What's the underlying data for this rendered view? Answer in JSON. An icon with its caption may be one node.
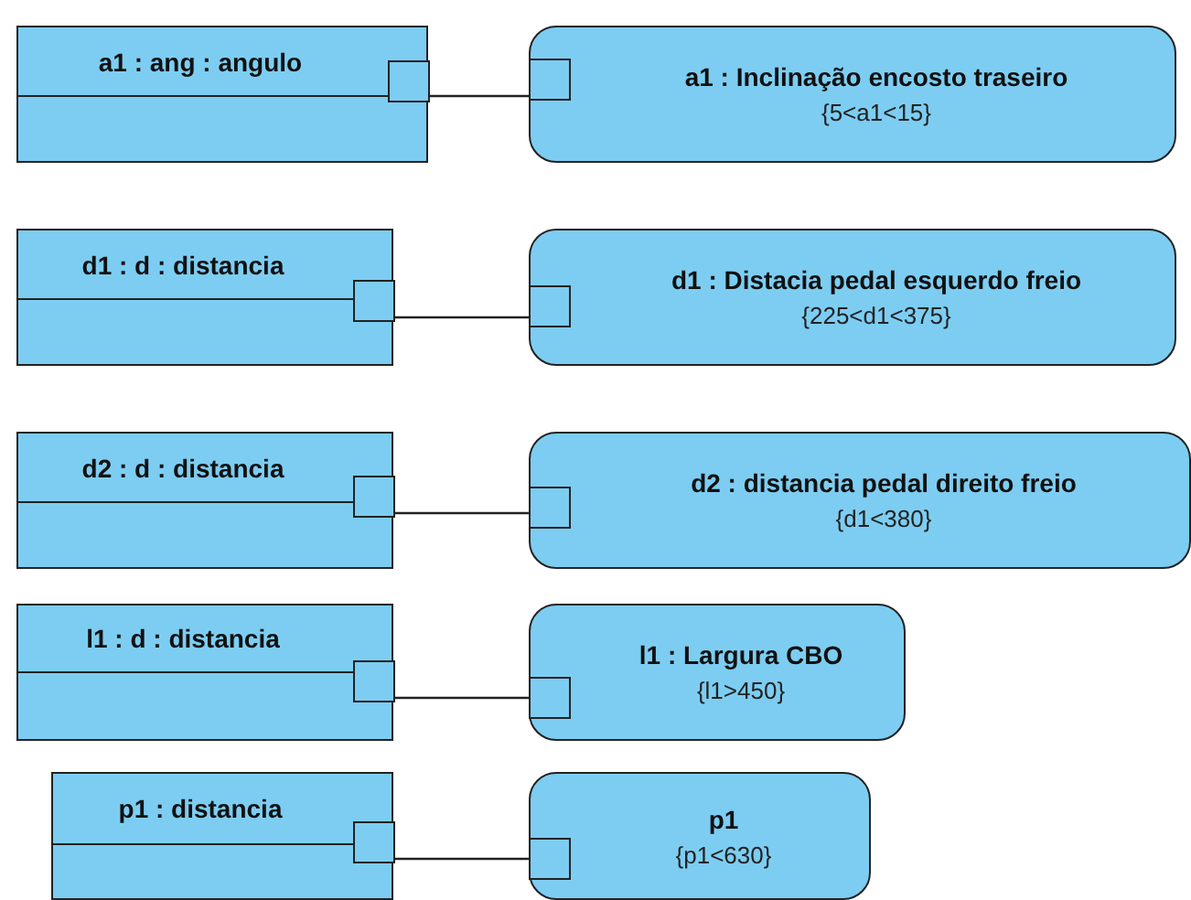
{
  "diagram": {
    "nodes": [
      {
        "text": [
          "a1 : ang : angulo"
        ]
      },
      {
        "text": [],
        "shape": "box",
        "in": 0
      },
      {
        "text": [
          "a1 : Inclinação encosto traseiro",
          "{5<a1<15}"
        ]
      },
      {
        "text": [],
        "shape": "box",
        "in": 2
      },
      {
        "text": [
          "d1 : d : distancia"
        ]
      },
      {
        "text": [],
        "shape": "box",
        "in": 4
      },
      {
        "text": [
          "d1 : Distacia pedal esquerdo freio",
          "{225<d1<375}"
        ]
      },
      {
        "text": [],
        "shape": "box",
        "in": 6
      },
      {
        "text": [
          "d2 : d : distancia"
        ]
      },
      {
        "text": [],
        "shape": "box",
        "in": 8
      },
      {
        "text": [
          "d2 : distancia pedal direito freio",
          "{d1<380}"
        ]
      },
      {
        "text": [],
        "shape": "box",
        "in": 10
      },
      {
        "text": [
          "l1 : d : distancia"
        ]
      },
      {
        "text": [],
        "shape": "box",
        "in": 12
      },
      {
        "text": [
          "l1 : Largura CBO",
          "{l1>450}"
        ]
      },
      {
        "text": [],
        "shape": "box",
        "in": 14
      },
      {
        "text": [
          "p1 : distancia"
        ]
      },
      {
        "text": [],
        "shape": "box",
        "in": 16
      },
      {
        "text": [
          "p1",
          "{p1<630}"
        ]
      },
      {
        "text": [],
        "shape": "box",
        "in": 18
      }
    ],
    "edges": [
      {
        "from": 1,
        "to": 3,
        "arrow": "none"
      },
      {
        "from": 5,
        "to": 7,
        "arrow": "none"
      },
      {
        "from": 9,
        "to": 11,
        "arrow": "none"
      },
      {
        "from": 13,
        "to": 15,
        "arrow": "none"
      },
      {
        "from": 17,
        "to": 19,
        "arrow": "none"
      }
    ]
  }
}
